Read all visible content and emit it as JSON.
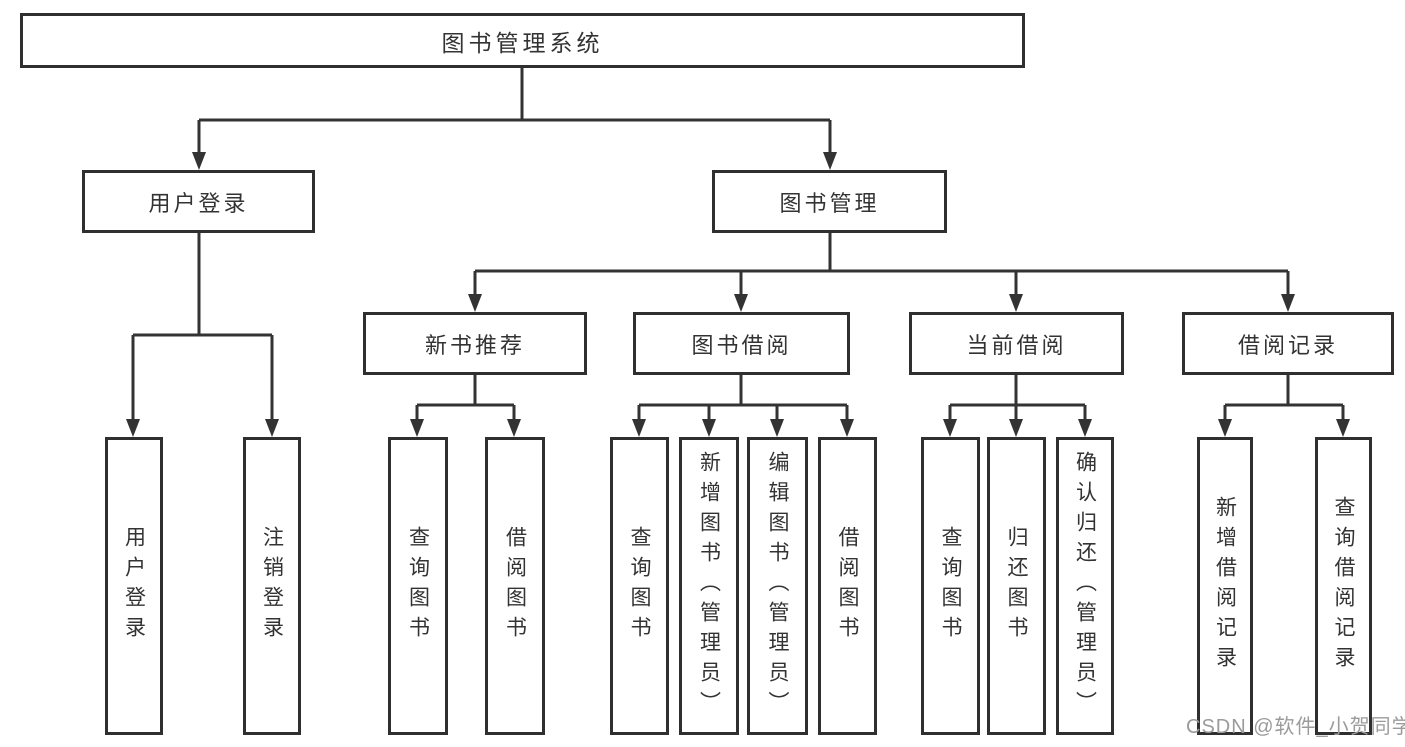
{
  "diagram": {
    "root": {
      "label": "图书管理系统"
    },
    "level1": [
      {
        "label": "用户登录",
        "children": [
          {
            "label": "用户登录"
          },
          {
            "label": "注销登录"
          }
        ]
      },
      {
        "label": "图书管理",
        "children": [
          {
            "label": "新书推荐",
            "children": [
              {
                "label": "查询图书"
              },
              {
                "label": "借阅图书"
              }
            ]
          },
          {
            "label": "图书借阅",
            "children": [
              {
                "label": "查询图书"
              },
              {
                "label": "新增图书（管理员）"
              },
              {
                "label": "编辑图书（管理员）"
              },
              {
                "label": "借阅图书"
              }
            ]
          },
          {
            "label": "当前借阅",
            "children": [
              {
                "label": "查询图书"
              },
              {
                "label": "归还图书"
              },
              {
                "label": "确认归还（管理员）"
              }
            ]
          },
          {
            "label": "借阅记录",
            "children": [
              {
                "label": "新增借阅记录"
              },
              {
                "label": "查询借阅记录"
              }
            ]
          }
        ]
      }
    ]
  },
  "watermark": {
    "text": "CSDN @软件_小贺同学"
  },
  "colors": {
    "line": "#333333",
    "box_border": "#2f2f2f",
    "box_fill": "#ffffff",
    "text": "#333333",
    "watermark": "#9b9b9b",
    "background": "#ffffff"
  }
}
